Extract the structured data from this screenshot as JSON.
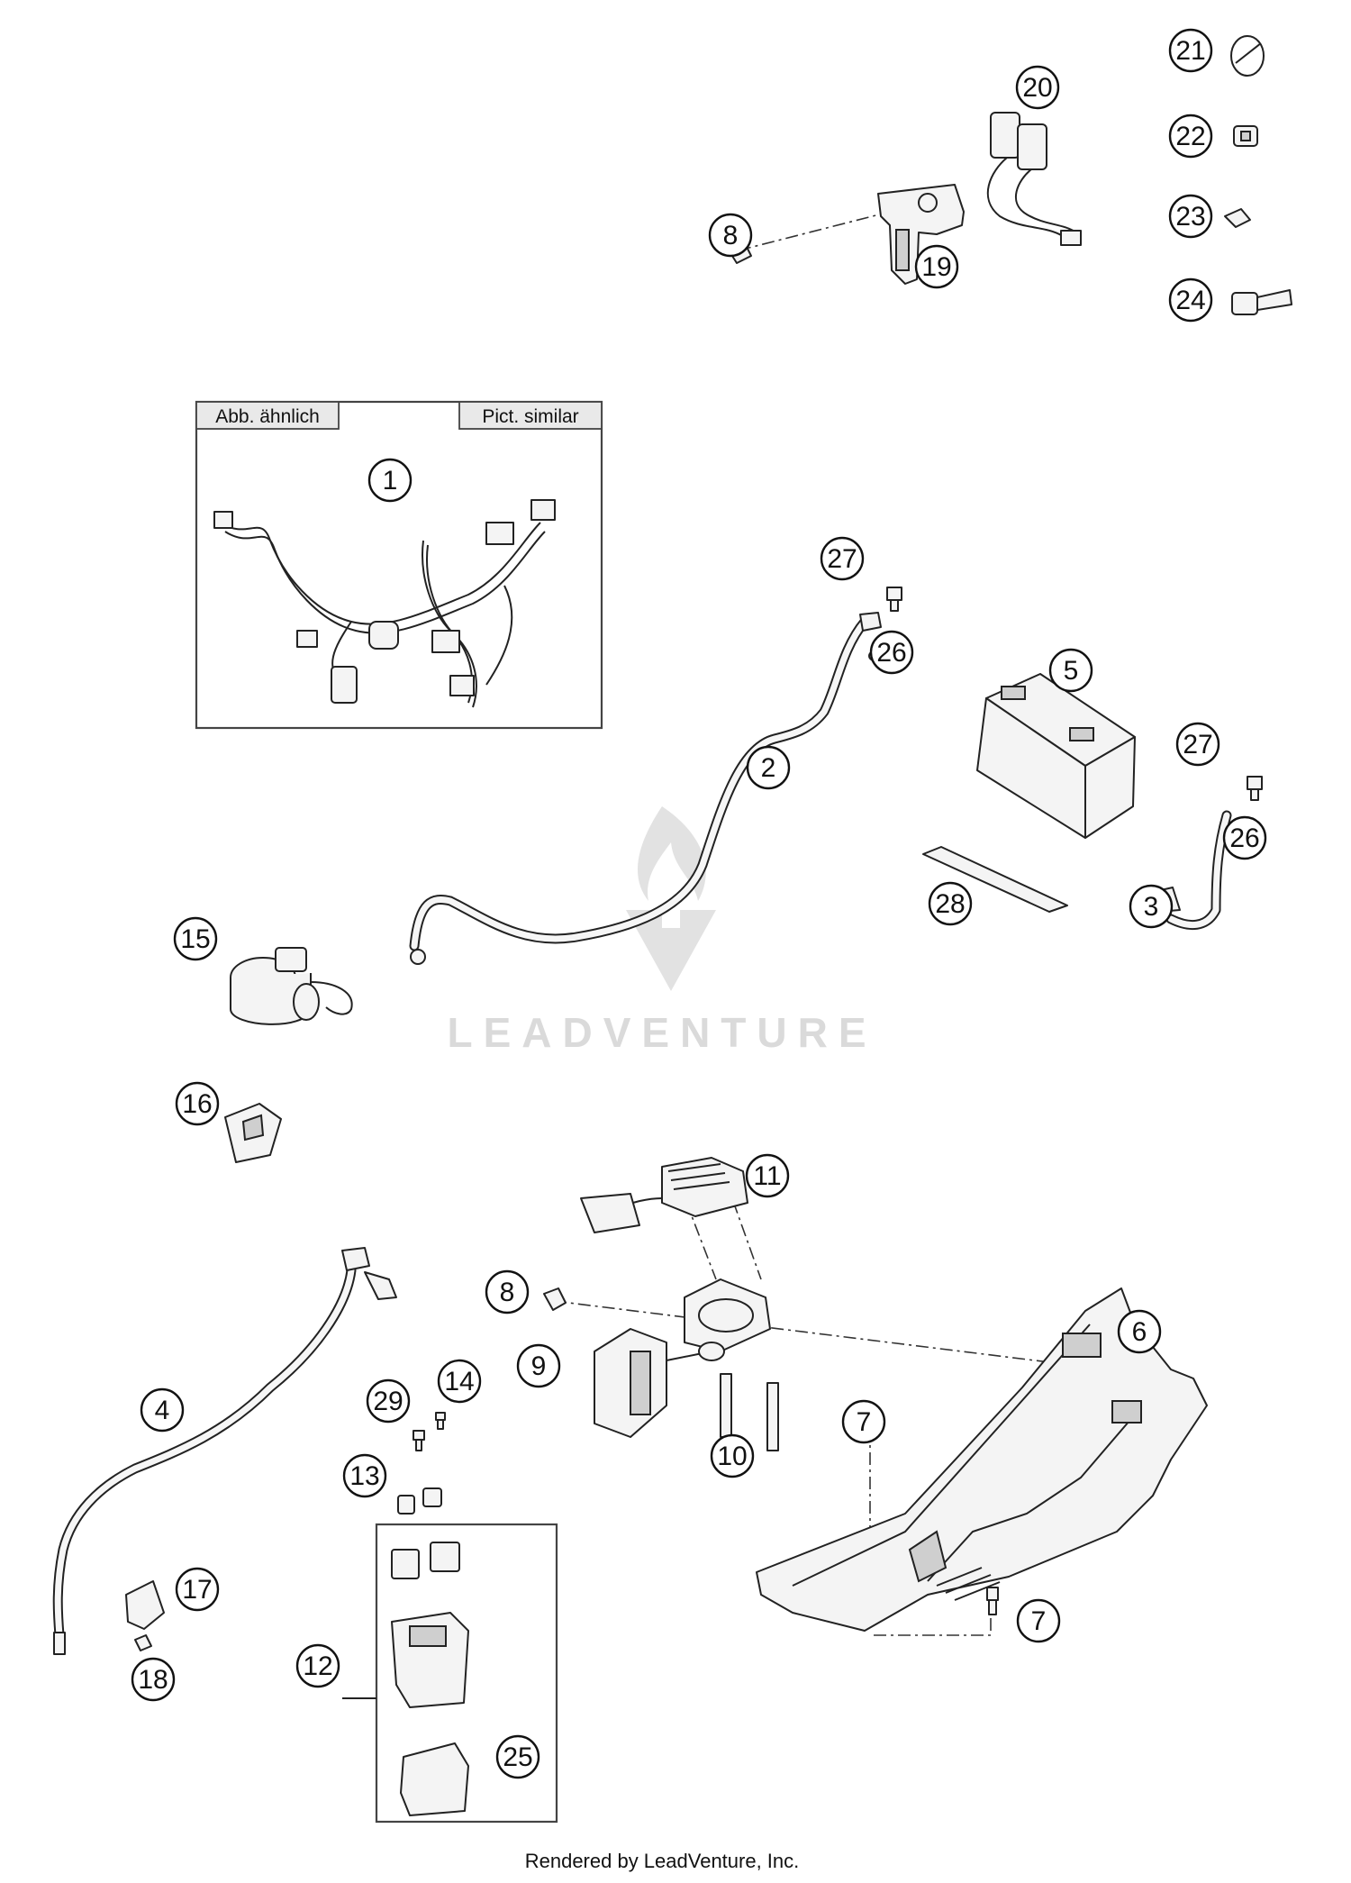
{
  "labels": {
    "pict_tag_de": "Abb. ähnlich",
    "pict_tag_en": "Pict. similar",
    "watermark": "LEADVENTURE",
    "footer": "Rendered by LeadVenture, Inc."
  },
  "callouts": [
    "1",
    "2",
    "3",
    "4",
    "5",
    "6",
    "7",
    "8",
    "9",
    "10",
    "11",
    "12",
    "13",
    "14",
    "15",
    "16",
    "17",
    "18",
    "19",
    "20",
    "21",
    "22",
    "23",
    "24",
    "25",
    "26",
    "27",
    "28",
    "29"
  ],
  "colors": {
    "ink": "#111111",
    "watermark": "#d8d8d8",
    "background": "#ffffff"
  }
}
